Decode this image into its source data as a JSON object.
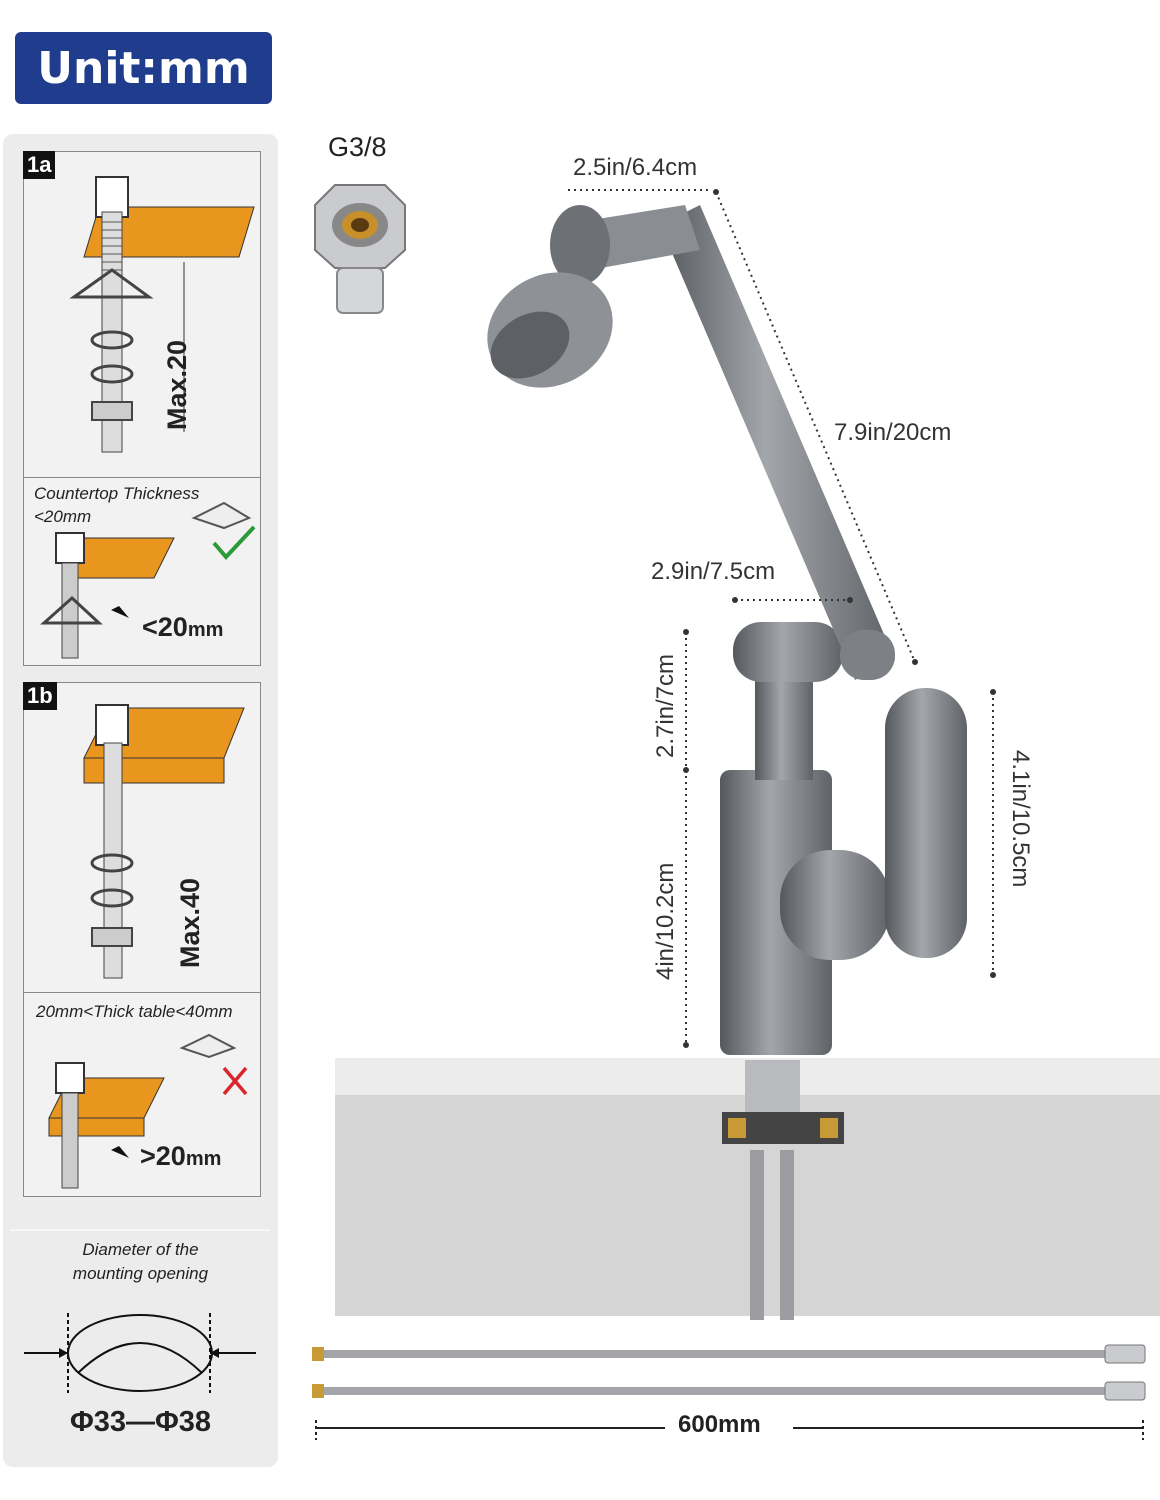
{
  "header": {
    "unit_label": "Unit:mm"
  },
  "install": {
    "step_1a": {
      "tag": "1a",
      "max_label": "Max.20",
      "note_title": "Countertop Thickness",
      "note_value": "<20mm",
      "measure": "<20",
      "measure_unit": "mm",
      "status": "check"
    },
    "step_1b": {
      "tag": "1b",
      "max_label": "Max.40",
      "note_title": "20mm<Thick table<40mm",
      "measure": ">20",
      "measure_unit": "mm",
      "status": "cross"
    },
    "opening": {
      "title_line1": "Diameter of the",
      "title_line2": "mounting opening",
      "range": "Φ33—Φ38"
    }
  },
  "connector": {
    "label": "G3/8"
  },
  "dimensions": {
    "spray_head": "2.5in/6.4cm",
    "arm": "7.9in/20cm",
    "elbow": "2.9in/7.5cm",
    "upper_body": "2.7in/7cm",
    "lower_body": "4in/10.2cm",
    "handle": "4.1in/10.5cm",
    "hose_length": "600mm"
  },
  "colors": {
    "badge": "#1f3d8c",
    "orange": "#e8961e",
    "faucet": "#7d8085",
    "check": "#2a9a3a",
    "cross": "#d8262b"
  }
}
